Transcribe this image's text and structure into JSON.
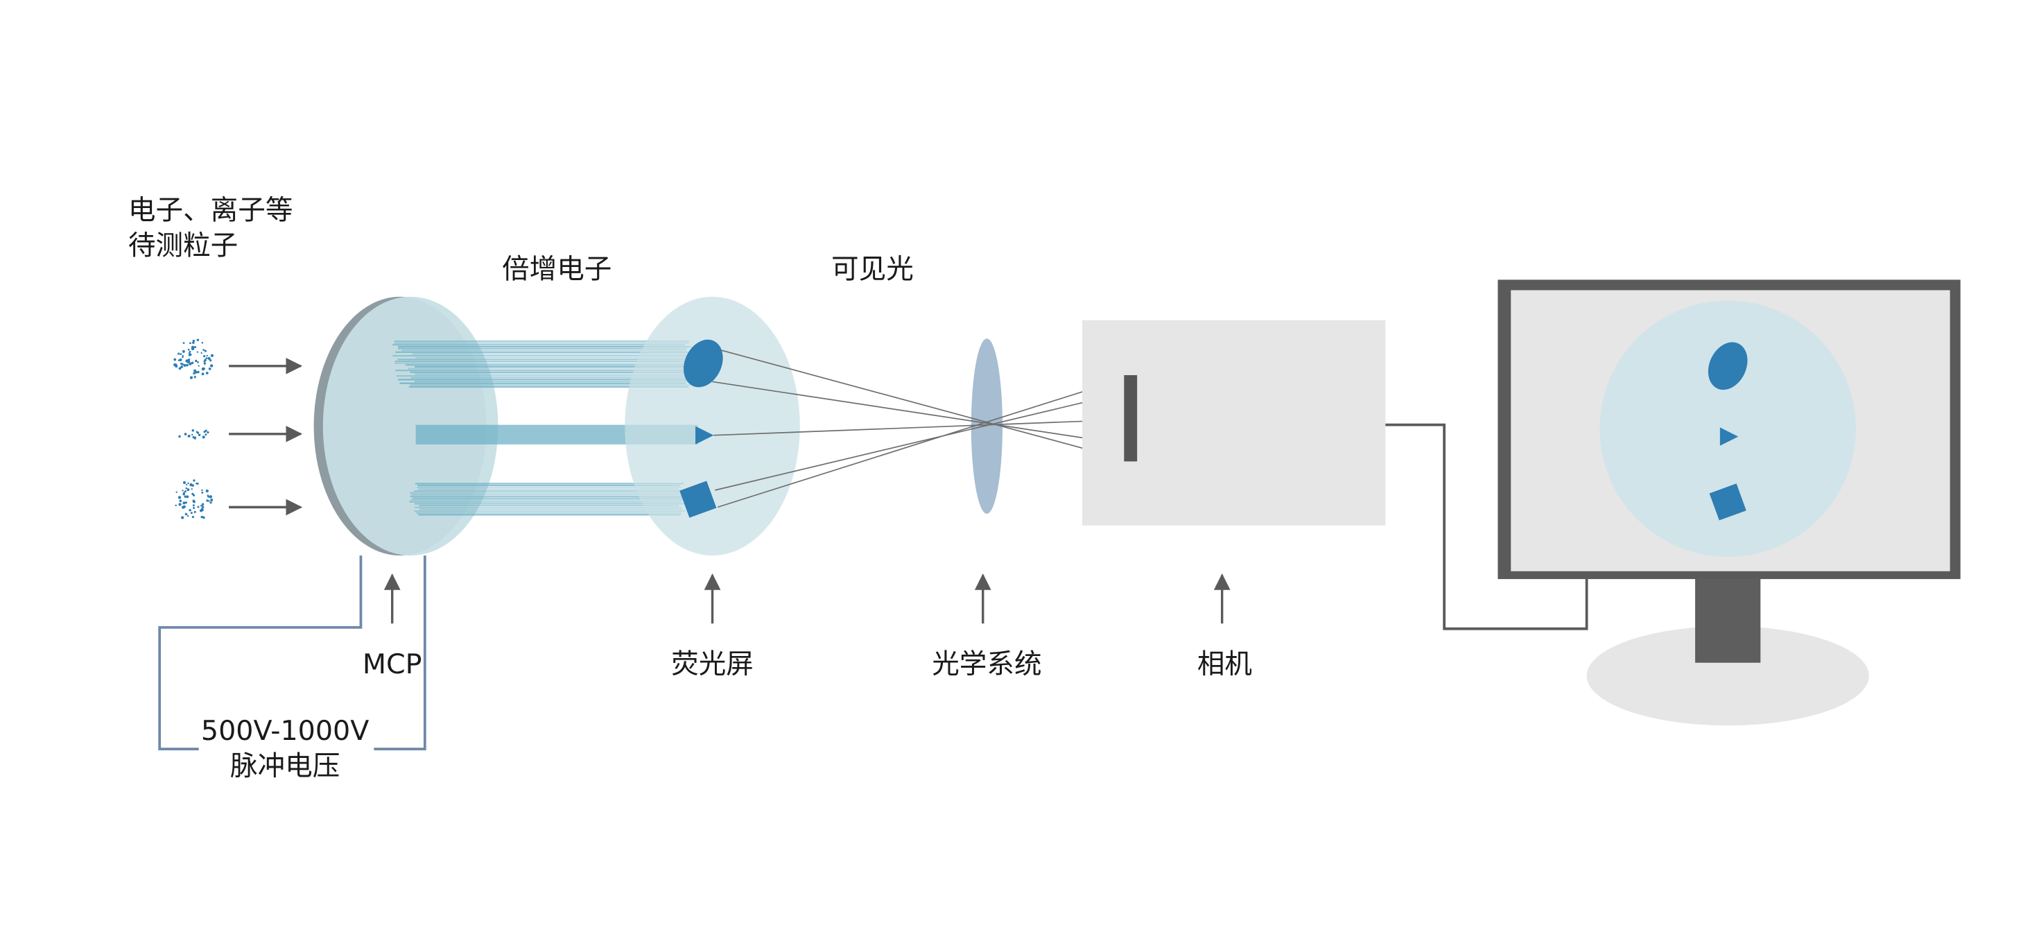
{
  "labels": {
    "particles_line1": "电子、离子等",
    "particles_line2": "待测粒子",
    "multiplied_electrons": "倍增电子",
    "visible_light": "可见光",
    "mcp": "MCP",
    "phosphor_screen": "荧光屏",
    "optical_system": "光学系统",
    "camera": "相机",
    "voltage_line1": "500V-1000V",
    "voltage_line2": "脉冲电压"
  },
  "colors": {
    "image_shape": "#2e7db3",
    "beam": "#6fb1c6",
    "disc": "#c7dfe5",
    "disc_edge": "#8e9ca2",
    "wire": "#6f88a8",
    "device_gray": "#e6e6e6",
    "monitor_frame": "#5a5a5a",
    "lens": "#a6bdd2"
  }
}
